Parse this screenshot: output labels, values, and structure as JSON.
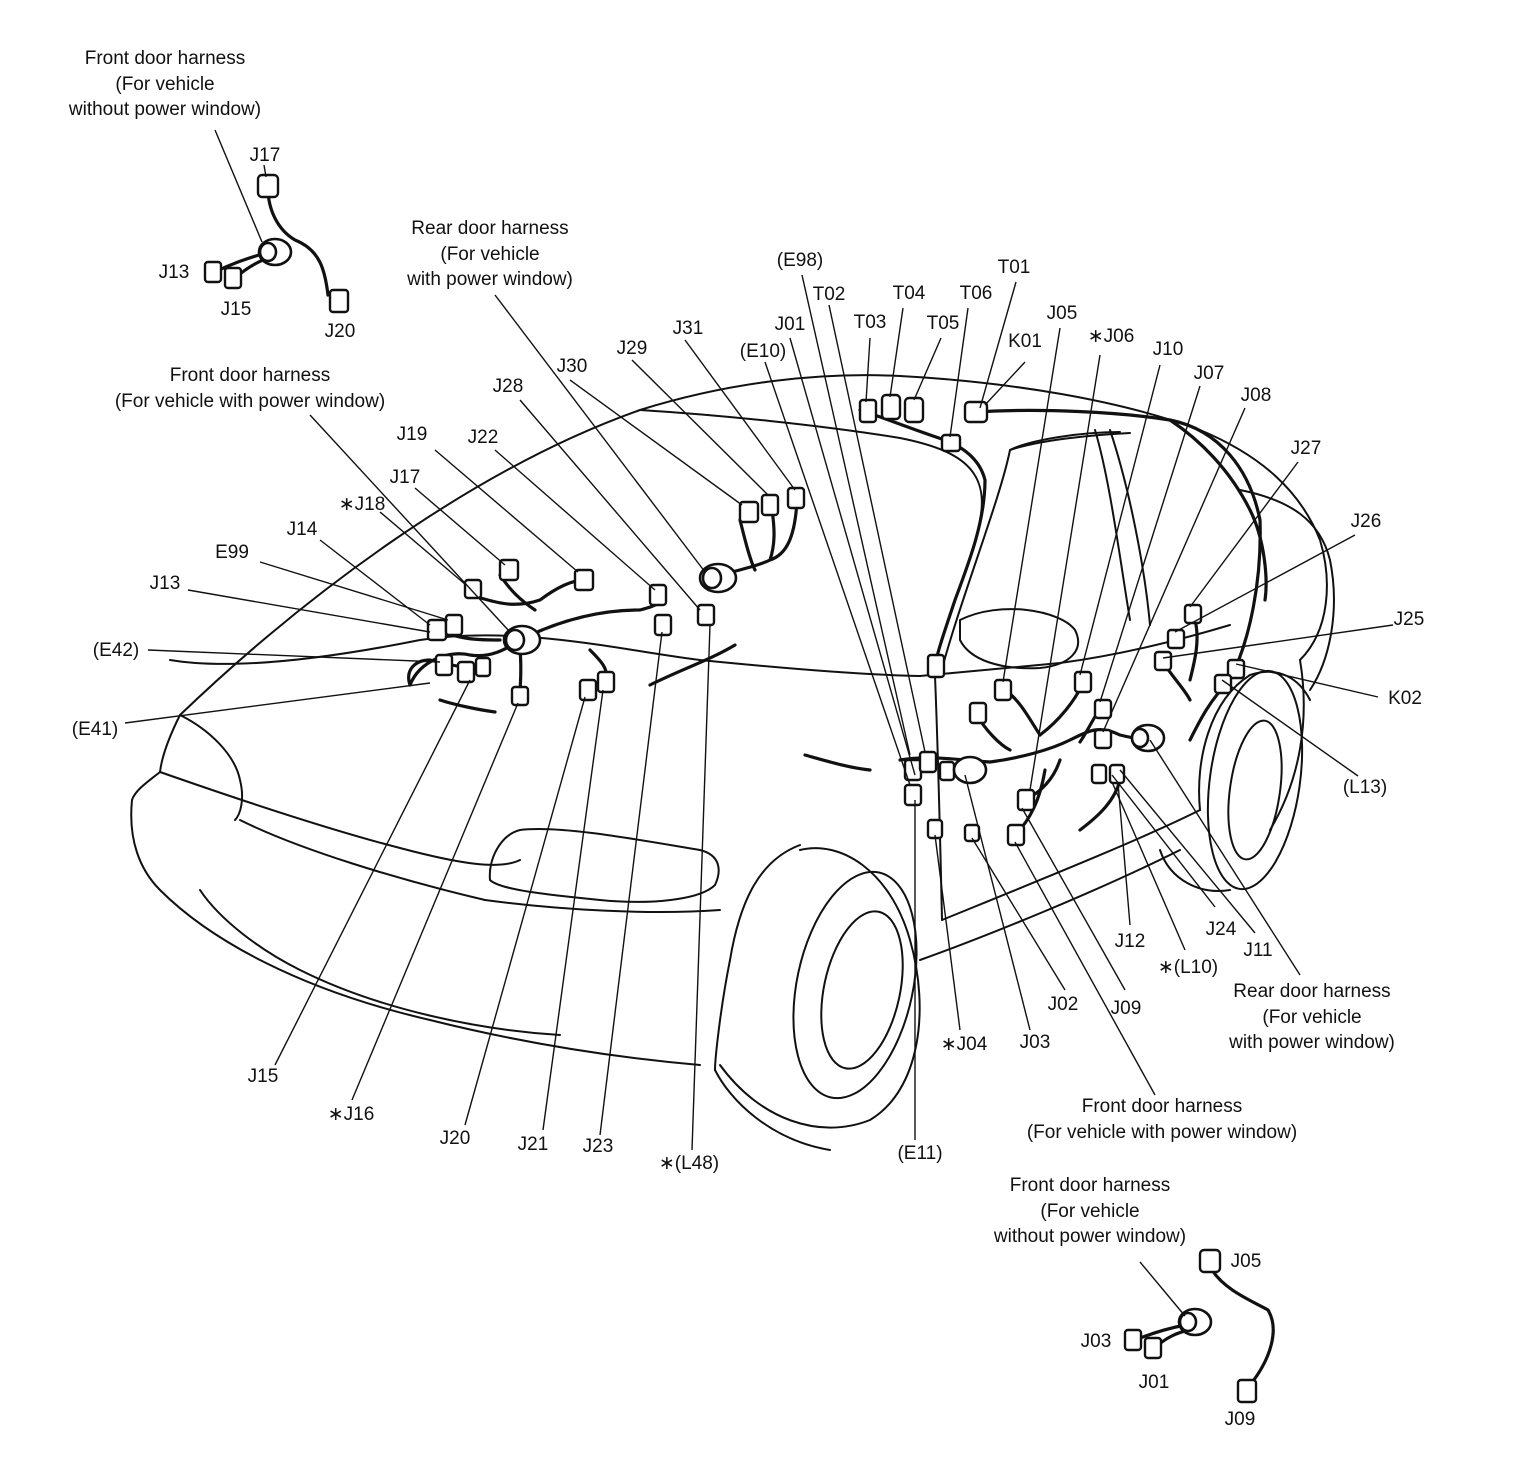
{
  "captions": {
    "inset_front_left": [
      "Front door harness",
      "(For vehicle",
      "without power window)"
    ],
    "rear_door_left": [
      "Rear door harness",
      "(For vehicle",
      "with power window)"
    ],
    "front_door_left": [
      "Front door harness",
      "(For vehicle with power window)"
    ],
    "rear_door_right": [
      "Rear door harness",
      "(For vehicle",
      "with power window)"
    ],
    "front_door_right": [
      "Front door harness",
      "(For vehicle with power window)"
    ],
    "inset_front_right": [
      "Front door harness",
      "(For vehicle",
      "without power window)"
    ]
  },
  "labels": {
    "inset_left_j17": "J17",
    "inset_left_j13": "J13",
    "inset_left_j15": "J15",
    "inset_left_j20": "J20",
    "e98": "(E98)",
    "t01": "T01",
    "t02": "T02",
    "t04": "T04",
    "t06": "T06",
    "j05": "J05",
    "t03": "T03",
    "t05": "T05",
    "j01": "J01",
    "j31": "J31",
    "e10": "(E10)",
    "k01": "K01",
    "j06": "∗J06",
    "j29": "J29",
    "j10": "J10",
    "j30": "J30",
    "j07": "J07",
    "j28": "J28",
    "j08": "J08",
    "j19": "J19",
    "j22": "J22",
    "j27": "J27",
    "j17": "J17",
    "j18": "∗J18",
    "j14": "J14",
    "j26": "J26",
    "e99": "E99",
    "j13": "J13",
    "j25": "J25",
    "e42": "(E42)",
    "k02": "K02",
    "e41": "(E41)",
    "l13": "(L13)",
    "j12": "J12",
    "j24": "J24",
    "j11": "J11",
    "l10": "∗(L10)",
    "j02": "J02",
    "j09": "J09",
    "j04": "∗J04",
    "j03": "J03",
    "j15": "J15",
    "j16": "∗J16",
    "j20": "J20",
    "j21": "J21",
    "j23": "J23",
    "l48": "∗(L48)",
    "e11": "(E11)",
    "inset_right_j05": "J05",
    "inset_right_j03": "J03",
    "inset_right_j01": "J01",
    "inset_right_j09": "J09"
  }
}
